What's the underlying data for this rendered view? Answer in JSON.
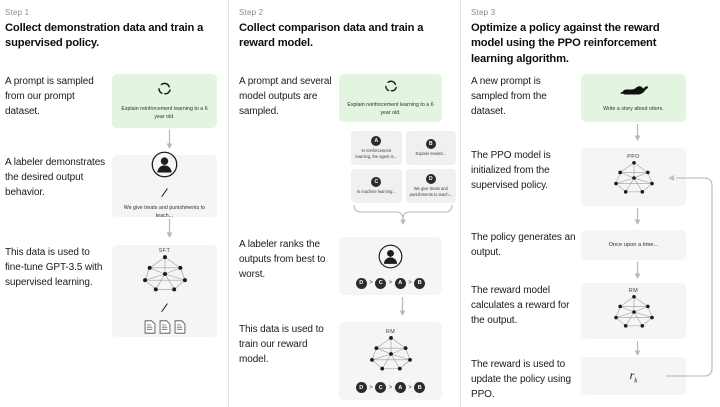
{
  "diagram": {
    "title": "RLHF three step training diagram",
    "colors": {
      "prompt_green": "#e3f5e0",
      "card_gray": "#f5f5f5",
      "text": "#1b1b1b",
      "muted": "#8a8a8a"
    }
  },
  "columns": [
    {
      "step_label": "Step 1",
      "step_title": "Collect demonstration data and train a supervised policy.",
      "rows": [
        {
          "caption": "A prompt is sampled from our prompt dataset.",
          "card": {
            "kind": "prompt",
            "icon": "recycle-icon",
            "text": "Explain reinforcement learning to a 6 year old."
          }
        },
        {
          "caption": "A labeler demonstrates the desired output behavior.",
          "card": {
            "kind": "labeler",
            "icon": "person-icon",
            "text": "We give treats and punishments to teach..."
          }
        },
        {
          "caption": "This data is used to fine-tune GPT-3.5 with supervised learning.",
          "card": {
            "kind": "network",
            "tag": "SFT",
            "icon": "neural-network-icon",
            "docs": 3
          }
        }
      ]
    },
    {
      "step_label": "Step 2",
      "step_title": "Collect comparison data and train a reward model.",
      "rows": [
        {
          "caption": "A prompt and several model outputs are sampled.",
          "card": {
            "kind": "prompt",
            "icon": "recycle-icon",
            "text": "Explain reinforcement learning to a 6 year old."
          },
          "outputs": [
            {
              "badge": "A",
              "text": "In reinforcement learning, the agent is..."
            },
            {
              "badge": "B",
              "text": "Explain reward..."
            },
            {
              "badge": "C",
              "text": "In machine learning..."
            },
            {
              "badge": "D",
              "text": "We give treats and punishments to teach..."
            }
          ]
        },
        {
          "caption": "A labeler ranks the outputs from best to worst.",
          "card": {
            "kind": "ranker",
            "icon": "person-icon"
          },
          "ranking": [
            "D",
            "C",
            "A",
            "B"
          ]
        },
        {
          "caption": "This data is used to train our reward model.",
          "card": {
            "kind": "network",
            "tag": "RM",
            "icon": "neural-network-icon"
          },
          "ranking": [
            "D",
            "C",
            "A",
            "B"
          ]
        }
      ]
    },
    {
      "step_label": "Step 3",
      "step_title": "Optimize a policy against the reward model using the PPO reinforcement learning algorithm.",
      "rows": [
        {
          "caption": "A new prompt is sampled from the dataset.",
          "card": {
            "kind": "prompt",
            "icon": "otter-icon",
            "text": "Write a story about otters."
          }
        },
        {
          "caption": "The PPO model is initialized from the supervised policy.",
          "card": {
            "kind": "network",
            "tag": "PPO",
            "icon": "neural-network-icon"
          }
        },
        {
          "caption": "The policy generates an output.",
          "card": {
            "kind": "text",
            "text": "Once upon a time..."
          }
        },
        {
          "caption": "The reward model calculates a reward for the output.",
          "card": {
            "kind": "network",
            "tag": "RM",
            "icon": "neural-network-icon"
          }
        },
        {
          "caption": "The reward is used to update the policy using PPO.",
          "card": {
            "kind": "reward",
            "symbol": "r",
            "subscript": "k"
          }
        }
      ]
    }
  ]
}
